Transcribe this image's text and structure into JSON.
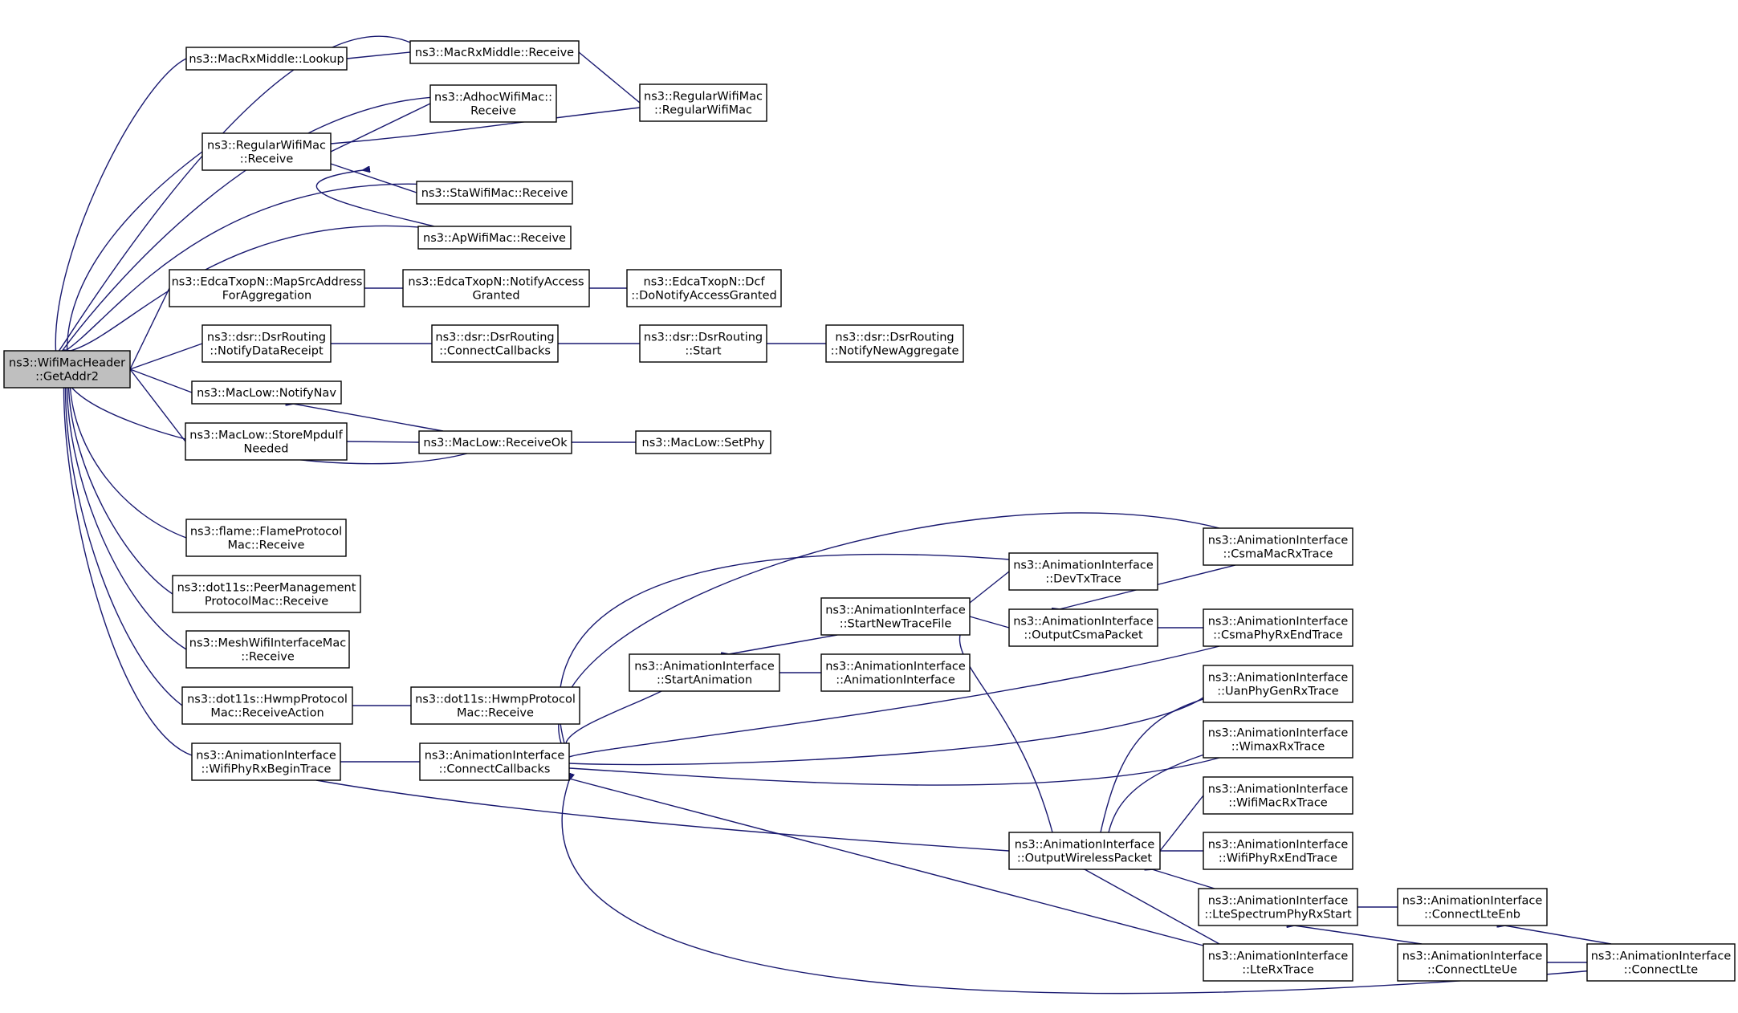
{
  "nodes": [
    {
      "id": "root",
      "lines": [
        "ns3::WifiMacHeader",
        "::GetAddr2"
      ],
      "root": true
    },
    {
      "id": "lookup",
      "lines": [
        "ns3::MacRxMiddle::Lookup"
      ]
    },
    {
      "id": "rxmid_receive",
      "lines": [
        "ns3::MacRxMiddle::Receive"
      ]
    },
    {
      "id": "regular_regular",
      "lines": [
        "ns3::RegularWifiMac",
        "::RegularWifiMac"
      ]
    },
    {
      "id": "adhoc_receive",
      "lines": [
        "ns3::AdhocWifiMac::",
        "Receive"
      ]
    },
    {
      "id": "regular_receive",
      "lines": [
        "ns3::RegularWifiMac",
        "::Receive"
      ]
    },
    {
      "id": "sta_receive",
      "lines": [
        "ns3::StaWifiMac::Receive"
      ]
    },
    {
      "id": "ap_receive",
      "lines": [
        "ns3::ApWifiMac::Receive"
      ]
    },
    {
      "id": "edca_map",
      "lines": [
        "ns3::EdcaTxopN::MapSrcAddress",
        "ForAggregation"
      ]
    },
    {
      "id": "edca_notify",
      "lines": [
        "ns3::EdcaTxopN::NotifyAccess",
        "Granted"
      ]
    },
    {
      "id": "edca_dcf",
      "lines": [
        "ns3::EdcaTxopN::Dcf",
        "::DoNotifyAccessGranted"
      ]
    },
    {
      "id": "dsr_notifydata",
      "lines": [
        "ns3::dsr::DsrRouting",
        "::NotifyDataReceipt"
      ]
    },
    {
      "id": "dsr_connect",
      "lines": [
        "ns3::dsr::DsrRouting",
        "::ConnectCallbacks"
      ]
    },
    {
      "id": "dsr_start",
      "lines": [
        "ns3::dsr::DsrRouting",
        "::Start"
      ]
    },
    {
      "id": "dsr_newagg",
      "lines": [
        "ns3::dsr::DsrRouting",
        "::NotifyNewAggregate"
      ]
    },
    {
      "id": "maclow_nav",
      "lines": [
        "ns3::MacLow::NotifyNav"
      ]
    },
    {
      "id": "maclow_store",
      "lines": [
        "ns3::MacLow::StoreMpduIf",
        "Needed"
      ]
    },
    {
      "id": "maclow_recvok",
      "lines": [
        "ns3::MacLow::ReceiveOk"
      ]
    },
    {
      "id": "maclow_setphy",
      "lines": [
        "ns3::MacLow::SetPhy"
      ]
    },
    {
      "id": "flame",
      "lines": [
        "ns3::flame::FlameProtocol",
        "Mac::Receive"
      ]
    },
    {
      "id": "peer",
      "lines": [
        "ns3::dot11s::PeerManagement",
        "ProtocolMac::Receive"
      ]
    },
    {
      "id": "mesh",
      "lines": [
        "ns3::MeshWifiInterfaceMac",
        "::Receive"
      ]
    },
    {
      "id": "hwmp_action",
      "lines": [
        "ns3::dot11s::HwmpProtocol",
        "Mac::ReceiveAction"
      ]
    },
    {
      "id": "hwmp_receive",
      "lines": [
        "ns3::dot11s::HwmpProtocol",
        "Mac::Receive"
      ]
    },
    {
      "id": "wifi_phy_begin",
      "lines": [
        "ns3::AnimationInterface",
        "::WifiPhyRxBeginTrace"
      ]
    },
    {
      "id": "anim_connect",
      "lines": [
        "ns3::AnimationInterface",
        "::ConnectCallbacks"
      ]
    },
    {
      "id": "anim_start",
      "lines": [
        "ns3::AnimationInterface",
        "::StartAnimation"
      ]
    },
    {
      "id": "anim_newtrace",
      "lines": [
        "ns3::AnimationInterface",
        "::StartNewTraceFile"
      ]
    },
    {
      "id": "anim_ctor",
      "lines": [
        "ns3::AnimationInterface",
        "::AnimationInterface"
      ]
    },
    {
      "id": "anim_devtx",
      "lines": [
        "ns3::AnimationInterface",
        "::DevTxTrace"
      ]
    },
    {
      "id": "anim_outcsma",
      "lines": [
        "ns3::AnimationInterface",
        "::OutputCsmaPacket"
      ]
    },
    {
      "id": "anim_csmamac",
      "lines": [
        "ns3::AnimationInterface",
        "::CsmaMacRxTrace"
      ]
    },
    {
      "id": "anim_csmaphy",
      "lines": [
        "ns3::AnimationInterface",
        "::CsmaPhyRxEndTrace"
      ]
    },
    {
      "id": "anim_uan",
      "lines": [
        "ns3::AnimationInterface",
        "::UanPhyGenRxTrace"
      ]
    },
    {
      "id": "anim_wimax",
      "lines": [
        "ns3::AnimationInterface",
        "::WimaxRxTrace"
      ]
    },
    {
      "id": "anim_wifimac",
      "lines": [
        "ns3::AnimationInterface",
        "::WifiMacRxTrace"
      ]
    },
    {
      "id": "anim_wifiphyend",
      "lines": [
        "ns3::AnimationInterface",
        "::WifiPhyRxEndTrace"
      ]
    },
    {
      "id": "anim_outwireless",
      "lines": [
        "ns3::AnimationInterface",
        "::OutputWirelessPacket"
      ]
    },
    {
      "id": "anim_ltespec",
      "lines": [
        "ns3::AnimationInterface",
        "::LteSpectrumPhyRxStart"
      ]
    },
    {
      "id": "anim_lterx",
      "lines": [
        "ns3::AnimationInterface",
        "::LteRxTrace"
      ]
    },
    {
      "id": "anim_connectenb",
      "lines": [
        "ns3::AnimationInterface",
        "::ConnectLteEnb"
      ]
    },
    {
      "id": "anim_connectue",
      "lines": [
        "ns3::AnimationInterface",
        "::ConnectLteUe"
      ]
    },
    {
      "id": "anim_connectlte",
      "lines": [
        "ns3::AnimationInterface",
        "::ConnectLte"
      ]
    }
  ],
  "edges": [
    {
      "from": "lookup",
      "to": "root"
    },
    {
      "from": "rxmid_receive",
      "to": "root"
    },
    {
      "from": "adhoc_receive",
      "to": "root"
    },
    {
      "from": "regular_receive",
      "to": "root"
    },
    {
      "from": "sta_receive",
      "to": "root"
    },
    {
      "from": "ap_receive",
      "to": "root"
    },
    {
      "from": "edca_map",
      "to": "root"
    },
    {
      "from": "dsr_notifydata",
      "to": "root"
    },
    {
      "from": "maclow_nav",
      "to": "root"
    },
    {
      "from": "maclow_store",
      "to": "root"
    },
    {
      "from": "maclow_recvok",
      "to": "root"
    },
    {
      "from": "flame",
      "to": "root"
    },
    {
      "from": "peer",
      "to": "root"
    },
    {
      "from": "mesh",
      "to": "root"
    },
    {
      "from": "hwmp_action",
      "to": "root"
    },
    {
      "from": "wifi_phy_begin",
      "to": "root"
    },
    {
      "from": "rxmid_receive",
      "to": "lookup"
    },
    {
      "from": "regular_regular",
      "to": "rxmid_receive"
    },
    {
      "from": "adhoc_receive",
      "to": "regular_receive"
    },
    {
      "from": "regular_regular",
      "to": "regular_receive"
    },
    {
      "from": "sta_receive",
      "to": "regular_receive"
    },
    {
      "from": "ap_receive",
      "to": "regular_receive"
    },
    {
      "from": "edca_notify",
      "to": "edca_map"
    },
    {
      "from": "edca_dcf",
      "to": "edca_notify"
    },
    {
      "from": "dsr_connect",
      "to": "dsr_notifydata"
    },
    {
      "from": "dsr_start",
      "to": "dsr_connect"
    },
    {
      "from": "dsr_newagg",
      "to": "dsr_start"
    },
    {
      "from": "maclow_recvok",
      "to": "maclow_nav"
    },
    {
      "from": "maclow_recvok",
      "to": "maclow_store"
    },
    {
      "from": "maclow_setphy",
      "to": "maclow_recvok"
    },
    {
      "from": "hwmp_receive",
      "to": "hwmp_action"
    },
    {
      "from": "anim_connect",
      "to": "wifi_phy_begin"
    },
    {
      "from": "anim_start",
      "to": "anim_connect"
    },
    {
      "from": "anim_devtx",
      "to": "anim_connect"
    },
    {
      "from": "anim_csmamac",
      "to": "anim_connect"
    },
    {
      "from": "anim_csmaphy",
      "to": "anim_connect"
    },
    {
      "from": "anim_uan",
      "to": "anim_connect"
    },
    {
      "from": "anim_wimax",
      "to": "anim_connect"
    },
    {
      "from": "anim_lterx",
      "to": "anim_connect"
    },
    {
      "from": "anim_connectlte",
      "to": "anim_connect"
    },
    {
      "from": "anim_newtrace",
      "to": "anim_start"
    },
    {
      "from": "anim_ctor",
      "to": "anim_start"
    },
    {
      "from": "anim_devtx",
      "to": "anim_newtrace"
    },
    {
      "from": "anim_outcsma",
      "to": "anim_newtrace"
    },
    {
      "from": "anim_outwireless",
      "to": "anim_newtrace"
    },
    {
      "from": "anim_csmamac",
      "to": "anim_outcsma"
    },
    {
      "from": "anim_csmaphy",
      "to": "anim_outcsma"
    },
    {
      "from": "wifi_phy_begin",
      "to": "anim_outwireless"
    },
    {
      "from": "anim_uan",
      "to": "anim_outwireless"
    },
    {
      "from": "anim_wimax",
      "to": "anim_outwireless"
    },
    {
      "from": "anim_wifimac",
      "to": "anim_outwireless"
    },
    {
      "from": "anim_wifiphyend",
      "to": "anim_outwireless"
    },
    {
      "from": "anim_ltespec",
      "to": "anim_outwireless"
    },
    {
      "from": "anim_lterx",
      "to": "anim_outwireless"
    },
    {
      "from": "anim_connectenb",
      "to": "anim_ltespec"
    },
    {
      "from": "anim_connectue",
      "to": "anim_ltespec"
    },
    {
      "from": "anim_connectlte",
      "to": "anim_connectenb"
    },
    {
      "from": "anim_connectlte",
      "to": "anim_connectue"
    }
  ]
}
